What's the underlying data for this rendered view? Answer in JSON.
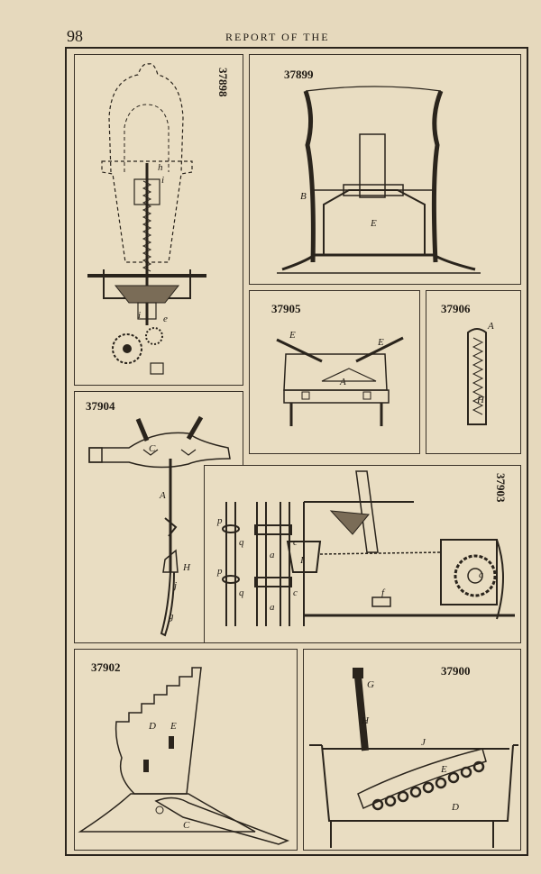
{
  "header": {
    "page_number": "98",
    "running_title": "REPORT OF THE"
  },
  "figures": [
    {
      "id": "37898",
      "letters": [
        "h",
        "i",
        "i",
        "e"
      ]
    },
    {
      "id": "37899",
      "letters": [
        "B",
        "E"
      ]
    },
    {
      "id": "37905",
      "letters": [
        "E",
        "E",
        "A"
      ]
    },
    {
      "id": "37906",
      "letters": [
        "A",
        "H"
      ]
    },
    {
      "id": "37904",
      "letters": [
        "C",
        "A",
        "H",
        "j",
        "g"
      ]
    },
    {
      "id": "37903",
      "letters": [
        "p",
        "p",
        "q",
        "q",
        "a",
        "a",
        "c",
        "c",
        "I",
        "f",
        "c"
      ]
    },
    {
      "id": "37902",
      "letters": [
        "D",
        "E",
        "C"
      ]
    },
    {
      "id": "37900",
      "letters": [
        "G",
        "H",
        "J",
        "E",
        "D"
      ]
    }
  ]
}
